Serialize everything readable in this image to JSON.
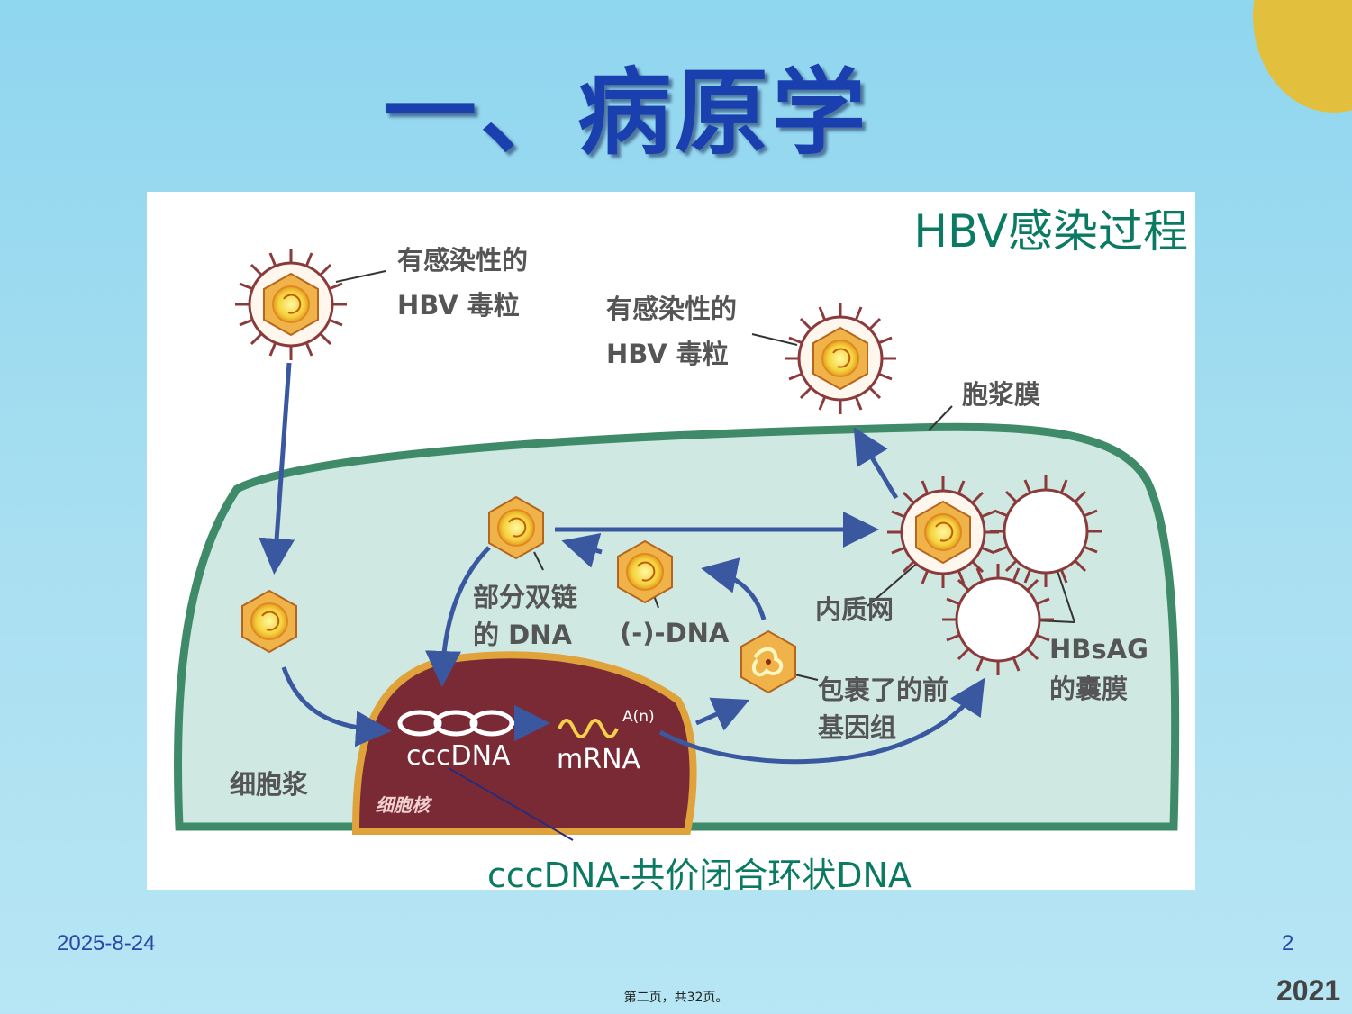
{
  "slide": {
    "title": "一、病原学",
    "date": "2025-8-24",
    "slide_number": "2",
    "page_info": "第二页，共32页。",
    "year": "2021"
  },
  "figure": {
    "title": "HBV感染过程",
    "caption": "cccDNA-共价闭合环状DNA",
    "labels": {
      "infectious_1": "有感染性的",
      "hbv_virion_1": "HBV 毒粒",
      "infectious_2": "有感染性的",
      "hbv_virion_2": "HBV 毒粒",
      "plasma_membrane": "胞浆膜",
      "partial_ds_1": "部分双链",
      "partial_ds_2": "的 DNA",
      "minus_dna": "(-)-DNA",
      "er": "内质网",
      "hbsag_1": "HBsAG",
      "hbsag_2": "的囊膜",
      "pregenome_1": "包裹了的前",
      "pregenome_2": "基因组",
      "cytoplasm": "细胞浆",
      "nucleus": "细胞核",
      "cccdna": "cccDNA",
      "mrna": "mRNA",
      "poly_a": "A(n)"
    }
  },
  "colors": {
    "title": "#1a3fae",
    "figure_text": "#0a7a62",
    "membrane": "#3f8a68",
    "cytoplasm_fill": "#cfe8e2",
    "nucleus_fill": "#7a2a35",
    "virion_spike": "#8a3a3a",
    "capsid": "#e8a73a",
    "arrow": "#3a58a0",
    "corner_deco": "#e2bf3c"
  }
}
